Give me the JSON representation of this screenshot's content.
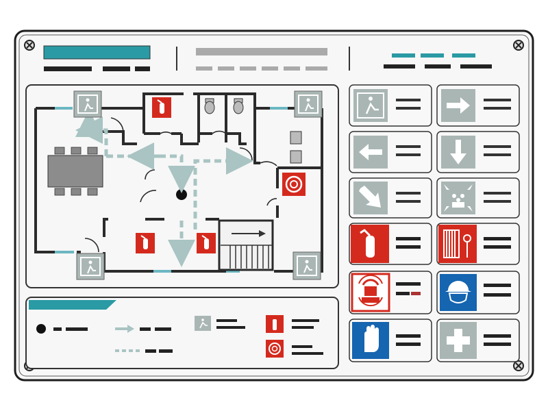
{
  "header": {
    "title_placeholder": "",
    "subtitle_placeholder": "",
    "legend_placeholder": ""
  },
  "colors": {
    "accent_teal": "#2a9aa4",
    "fire_red": "#d42a1e",
    "mandatory_blue": "#1565b0",
    "safe_green_faded": "#a9b6b4",
    "wall": "#333333",
    "frame": "#1e1e1e",
    "panel_bg": "#f4f4f4"
  },
  "floor_plan": {
    "assembly_point": "black-dot",
    "stairs_icon": "stairs-icon",
    "exit_signs": [
      "exit-sign-top-left",
      "exit-sign-top-right",
      "exit-sign-bottom-left",
      "exit-sign-bottom-right"
    ],
    "extinguishers": [
      "extinguisher-top",
      "extinguisher-mid-left",
      "extinguisher-mid-right"
    ],
    "alarm": "fire-alarm-icon"
  },
  "sign_legend": [
    {
      "icon": "running-man-exit-icon",
      "style": "faded"
    },
    {
      "icon": "arrow-right-icon",
      "style": "faded"
    },
    {
      "icon": "arrow-left-icon",
      "style": "faded"
    },
    {
      "icon": "arrow-down-icon",
      "style": "faded"
    },
    {
      "icon": "arrow-down-right-icon",
      "style": "faded"
    },
    {
      "icon": "assembly-point-icon",
      "style": "faded"
    },
    {
      "icon": "fire-extinguisher-icon",
      "style": "red"
    },
    {
      "icon": "fire-hose-reel-icon",
      "style": "red"
    },
    {
      "icon": "fire-alarm-icon",
      "style": "red-outline"
    },
    {
      "icon": "hard-hat-icon",
      "style": "blue"
    },
    {
      "icon": "gloves-icon",
      "style": "blue"
    },
    {
      "icon": "first-aid-cross-icon",
      "style": "faded"
    }
  ],
  "bottom_legend": [
    {
      "icon": "assembly-dot-icon"
    },
    {
      "icon": "evacuation-arrow-icon"
    },
    {
      "icon": "dashed-route-icon"
    },
    {
      "icon": "exit-sign-icon"
    },
    {
      "icon": "extinguisher-icon"
    },
    {
      "icon": "alarm-icon"
    }
  ]
}
